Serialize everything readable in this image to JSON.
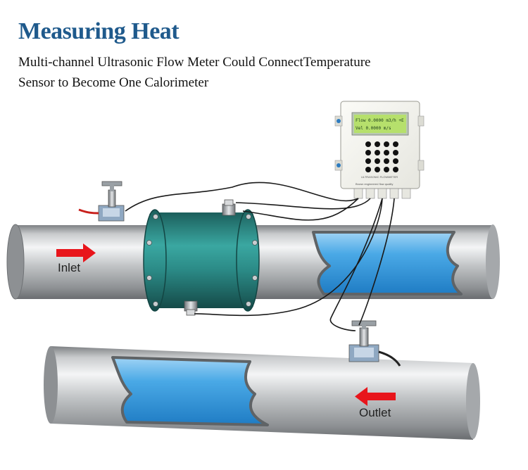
{
  "header": {
    "title": "Measuring Heat",
    "subtitle_line1": "Multi-channel Ultrasonic Flow Meter Could ConnectTemperature",
    "subtitle_line2": "Sensor to Become One Calorimeter"
  },
  "labels": {
    "inlet": "Inlet",
    "outlet": "Outlet"
  },
  "meter": {
    "lcd_line1": "Flow 0.0000 m3/h +E",
    "lcd_line2": "Vel  0.0000 m/s",
    "brand_text": "ULTRASONIC FLOWMETER",
    "slogan_text": "Brown engineered flow quality"
  },
  "colors": {
    "title": "#1f5a8c",
    "water": "#3d9ee0",
    "pipe": "#b9bcbf",
    "flange": "#2b8a86",
    "arrow": "#e8151b"
  },
  "icons": {
    "inlet_arrow": "red-right-arrow",
    "outlet_arrow": "red-left-arrow"
  }
}
